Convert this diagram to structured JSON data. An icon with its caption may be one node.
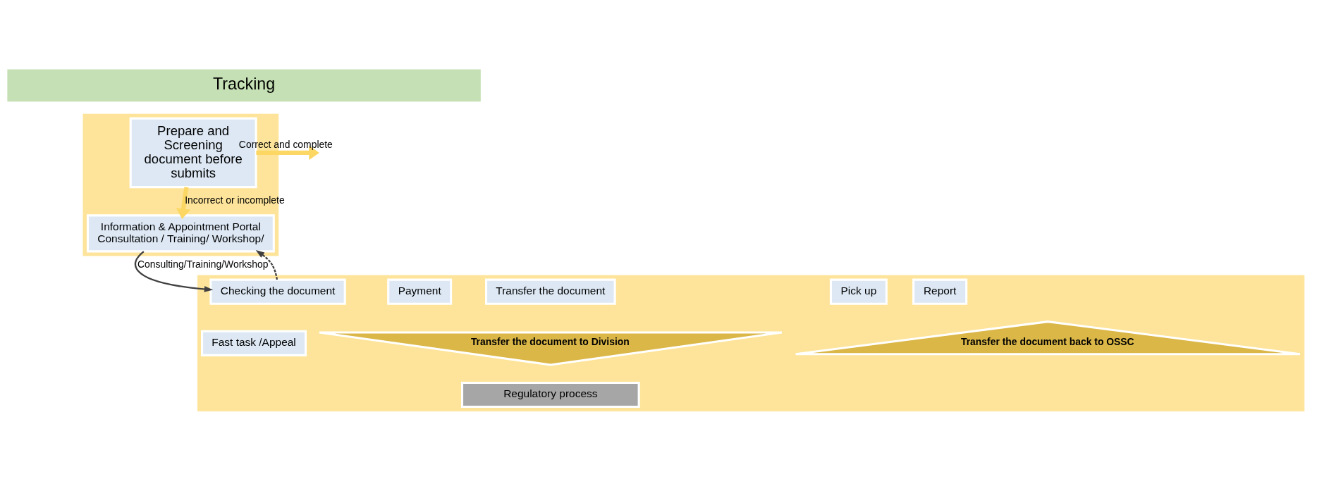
{
  "diagram": {
    "nodes": [
      {
        "text": [],
        "shape": "box"
      },
      {
        "text": [
          "Prepare and Screening document before submits"
        ],
        "in": 0
      },
      {
        "text": [
          "Information & Appointment Portal",
          "Consultation / Training/ Workshop/"
        ],
        "in": 0
      },
      {
        "text": [
          "Tracking"
        ]
      },
      {
        "text": [],
        "shape": "box"
      },
      {
        "text": [
          "Checking the document"
        ],
        "in": 4
      },
      {
        "text": [
          "Fast task /Appeal"
        ],
        "in": 4
      },
      {
        "text": [
          "Payment"
        ],
        "in": 4
      },
      {
        "text": [
          "Transfer the document"
        ],
        "in": 4
      },
      {
        "text": [
          "Transfer the document to Division"
        ],
        "in": 4
      },
      {
        "text": [
          "Pick up"
        ],
        "in": 4
      },
      {
        "text": [
          "Transfer the document back to OSSC"
        ],
        "in": 4
      },
      {
        "text": [
          "Report"
        ],
        "in": 4
      },
      {
        "text": [
          "Regulatory process"
        ],
        "in": 4
      }
    ],
    "edges": [
      {
        "from": 1,
        "to": null,
        "arrow": "to",
        "label": "Correct and complete",
        "style": "thick",
        "color": "#fcd764"
      },
      {
        "from": 1,
        "to": 2,
        "arrow": "to",
        "label": "Incorrect or incomplete",
        "style": "thick",
        "color": "#fcd764"
      },
      {
        "from": 2,
        "to": 5,
        "arrow": "to",
        "label": "Consulting/Training/Workshop",
        "color": "#404040"
      },
      {
        "from": 5,
        "to": 2,
        "arrow": "to",
        "style": "dashed",
        "color": "#404040"
      }
    ]
  }
}
